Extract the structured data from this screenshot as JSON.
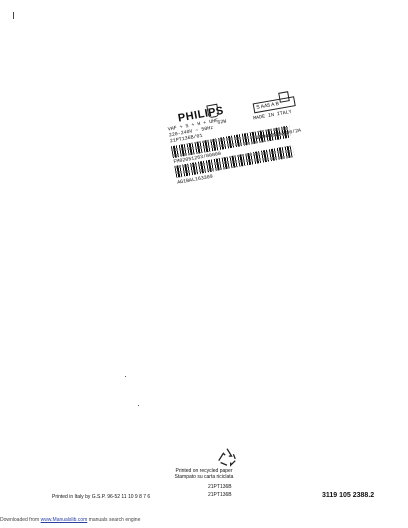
{
  "label": {
    "brand": "PHILIPS",
    "line1": "VHF + S + H + UHF",
    "line2": "220-240V ~ 50Hz",
    "power": "62W",
    "line3": "21PT136B/01",
    "box_text": "S  AA5    A B",
    "made_in": "MADE IN ITALY",
    "serial1": "FM02051263/00000",
    "serial2": "AG1BAL163309",
    "serial3": "GE9000900000/2A"
  },
  "recycle": {
    "line1": "Printed on recycled paper",
    "line2": "Stampato su carta riciclata"
  },
  "models": [
    "21PT136B",
    "21PT136B"
  ],
  "printed_in": "Printed in Italy by G.S.P. 96-52   11  10  9  8  7  6",
  "doc_number": "3119 105 2388.2",
  "footer": {
    "prefix": "Downloaded from ",
    "link": "www.Manualslib.com",
    "suffix": " manuals search engine"
  }
}
